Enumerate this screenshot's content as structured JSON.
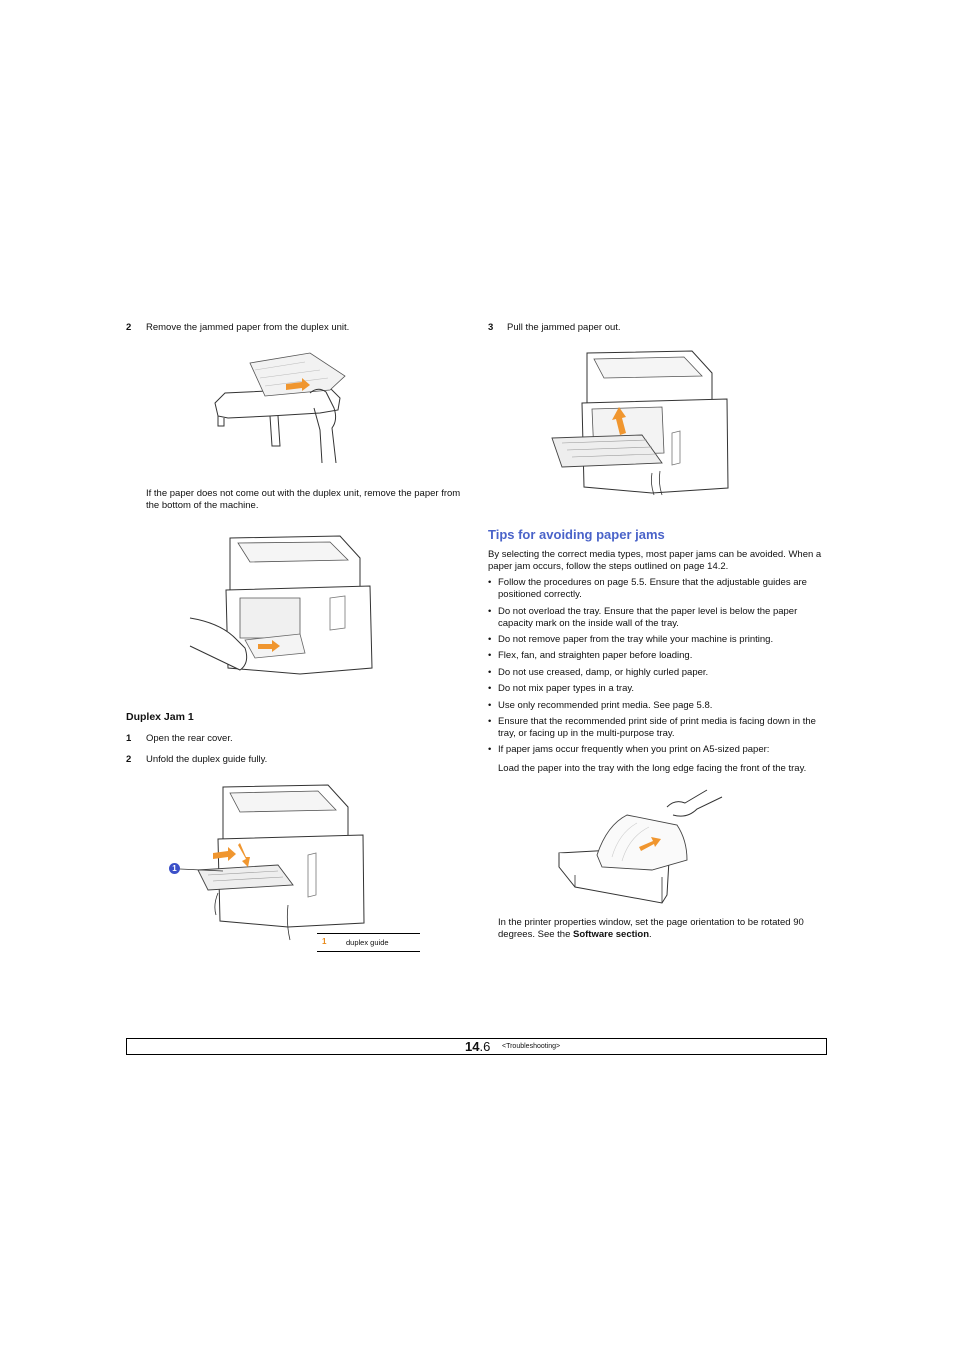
{
  "left": {
    "step2": {
      "num": "2",
      "text": "Remove the jammed paper from the duplex unit."
    },
    "note": "If the paper does not come out with the duplex unit, remove the paper from the bottom of the machine.",
    "section_title": "Duplex Jam 1",
    "steps": [
      {
        "num": "1",
        "text": "Open the rear cover."
      },
      {
        "num": "2",
        "text": "Unfold the duplex guide fully."
      }
    ],
    "callout": {
      "badge": "1",
      "num": "1",
      "label": "duplex guide"
    }
  },
  "right": {
    "step3": {
      "num": "3",
      "text": "Pull the jammed paper out."
    },
    "heading": "Tips for avoiding paper jams",
    "intro": "By selecting the correct media types, most paper jams can be avoided. When a paper jam occurs, follow the steps outlined on page 14.2.",
    "bullets": [
      "Follow the procedures on page 5.5. Ensure that the adjustable guides are positioned correctly.",
      "Do not overload the tray. Ensure that the paper level is below the paper capacity mark on the inside wall of the tray.",
      "Do not remove paper from the tray while your machine is printing.",
      "Flex, fan, and straighten paper before loading.",
      "Do not use creased, damp, or highly curled paper.",
      "Do not mix paper types in a tray.",
      "Use only recommended print media. See page 5.8.",
      "Ensure that the recommended print side of print media is facing down in the tray, or facing up in the multi-purpose tray.",
      "If paper jams occur frequently when you print on A5-sized paper:"
    ],
    "load_note": "Load the paper into the tray with the long edge facing the front of the tray.",
    "orient_note_pre": "In the printer properties window, set the page orientation to be rotated 90 degrees. See the ",
    "orient_note_bold": "Software section",
    "orient_note_post": "."
  },
  "footer": {
    "page_major": "14",
    "page_minor": ".6",
    "chapter": "<Troubleshooting>"
  },
  "colors": {
    "heading": "#4a63c9",
    "arrow": "#f0962f",
    "badge": "#3b50c8",
    "callout_num": "#e88a1a"
  }
}
